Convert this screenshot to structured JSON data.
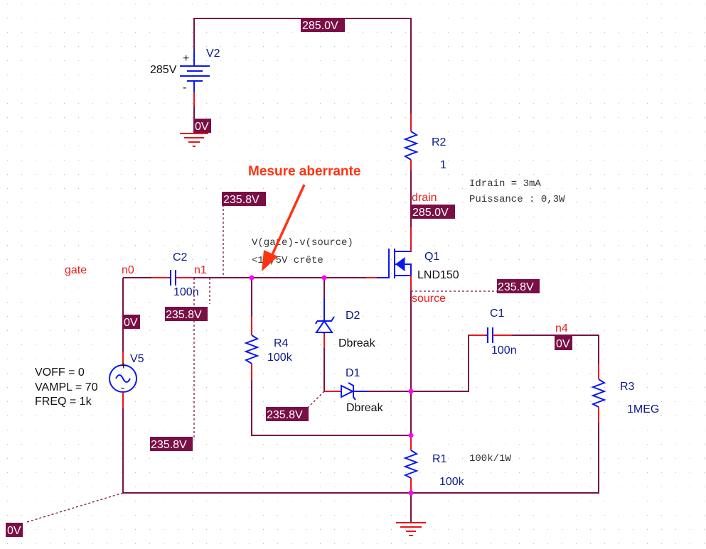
{
  "annotation": {
    "title": "Mesure aberrante",
    "color": "#ff3311"
  },
  "colors": {
    "wire": "#7a0f45",
    "pin": "#e8131b",
    "symbol": "#0a18f0",
    "refdes": "#0d1a8c",
    "net_label": "#ee1c1c",
    "junction": "#ff00ff",
    "voltage_marker_bg": "#7a0f45"
  },
  "components": {
    "V2": {
      "ref": "V2",
      "value": "285V",
      "type": "dc-source"
    },
    "V5": {
      "ref": "V5",
      "type": "sine-source",
      "params": [
        "VOFF = 0",
        "VAMPL = 70",
        "FREQ = 1k"
      ]
    },
    "C2": {
      "ref": "C2",
      "value": "100n",
      "type": "capacitor"
    },
    "C1": {
      "ref": "C1",
      "value": "100n",
      "type": "capacitor"
    },
    "R1": {
      "ref": "R1",
      "value": "100k",
      "type": "resistor"
    },
    "R2": {
      "ref": "R2",
      "value": "1",
      "type": "resistor"
    },
    "R3": {
      "ref": "R3",
      "value": "1MEG",
      "type": "resistor"
    },
    "R4": {
      "ref": "R4",
      "value": "100k",
      "type": "resistor"
    },
    "D1": {
      "ref": "D1",
      "value": "Dbreak",
      "type": "diode"
    },
    "D2": {
      "ref": "D2",
      "value": "Dbreak",
      "type": "zener"
    },
    "Q1": {
      "ref": "Q1",
      "value": "LND150",
      "type": "mosfet"
    }
  },
  "net_labels": {
    "gate": "gate",
    "n0": "n0",
    "n1": "n1",
    "drain": "drain",
    "source": "source",
    "n4": "n4"
  },
  "voltage_markers": {
    "top_rail": "285.0V",
    "v2_ground": "0V",
    "drain": "285.0V",
    "n1_upper": "235.8V",
    "n1_lower": "235.8V",
    "source": "235.8V",
    "n0": "0V",
    "n4": "0V",
    "diode_node": "235.8V",
    "left_lower": "235.8V",
    "bottom_ground": "0V"
  },
  "notes": {
    "idrain": "Idrain = 3mA",
    "puissance": "Puissance : 0,3W",
    "vgs_line1": "V(gate)-v(source)",
    "vgs_line2": "<10,5V crête",
    "r1_rating": "100k/1W"
  }
}
